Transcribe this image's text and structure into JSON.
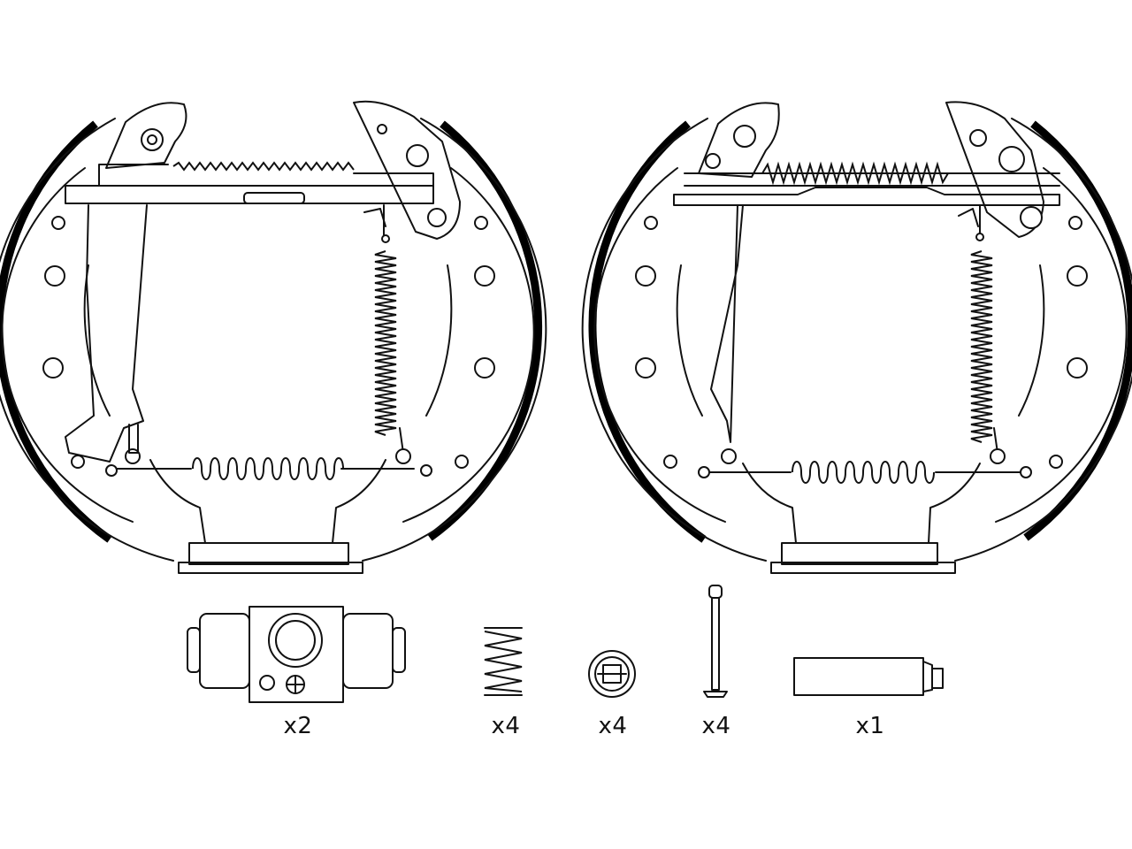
{
  "parts": [
    {
      "id": "brake-shoe-assembly-left",
      "icon": "brake-shoe-assembly-icon"
    },
    {
      "id": "brake-shoe-assembly-right",
      "icon": "brake-shoe-assembly-icon"
    },
    {
      "id": "wheel-cylinder",
      "icon": "wheel-cylinder-icon",
      "qty": "x2"
    },
    {
      "id": "hold-down-spring",
      "icon": "coil-spring-icon",
      "qty": "x4"
    },
    {
      "id": "spring-cup",
      "icon": "spring-cup-icon",
      "qty": "x4"
    },
    {
      "id": "hold-down-pin",
      "icon": "hold-down-pin-icon",
      "qty": "x4"
    },
    {
      "id": "grease-tube",
      "icon": "grease-tube-icon",
      "qty": "x1"
    }
  ],
  "colors": {
    "line": "#111111",
    "background": "#ffffff",
    "lining": "#000000"
  }
}
